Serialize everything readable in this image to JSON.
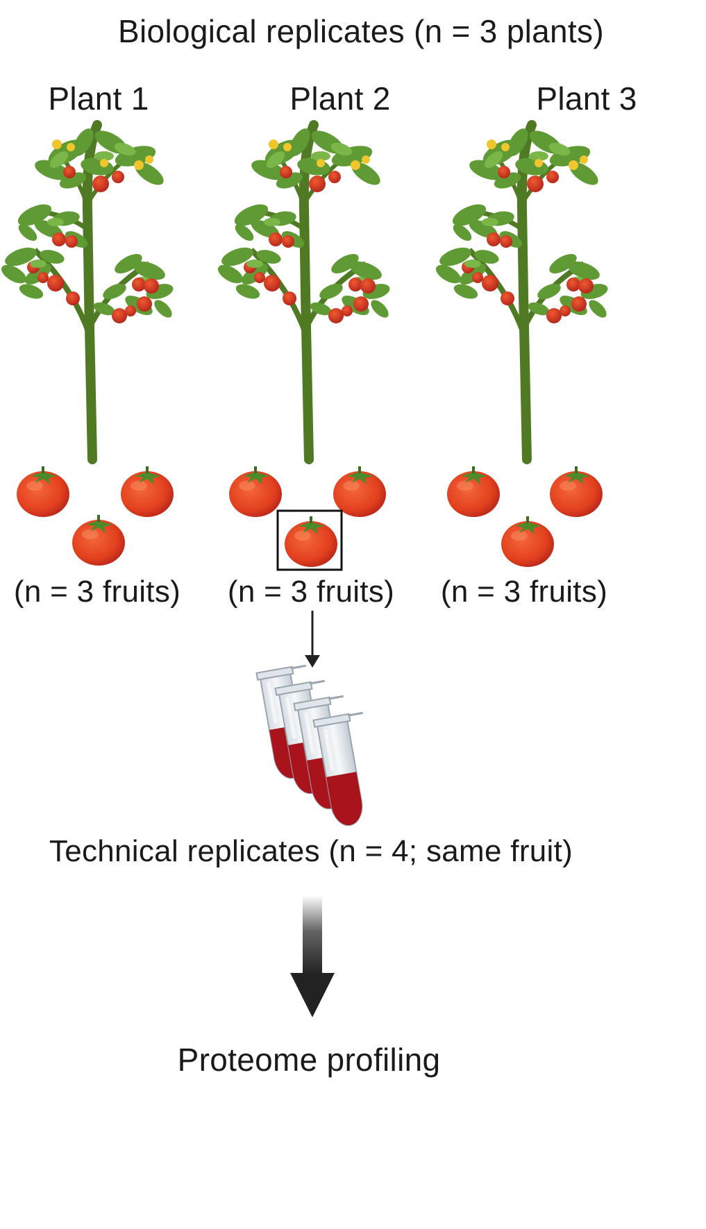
{
  "title": "Biological replicates (n = 3 plants)",
  "plants": [
    {
      "label": "Plant 1",
      "fruits_label": "(n = 3 fruits)"
    },
    {
      "label": "Plant 2",
      "fruits_label": "(n = 3 fruits)",
      "selected_fruit": true
    },
    {
      "label": "Plant 3",
      "fruits_label": "(n = 3 fruits)"
    }
  ],
  "tubes": {
    "count": 4
  },
  "technical_label": "Technical replicates (n = 4; same fruit)",
  "final_label": "Proteome profiling",
  "colors": {
    "stem": "#4f7a23",
    "leaf": "#5f9a35",
    "leaf_light": "#7ab648",
    "tomato": "#e2401e",
    "tomato_dark": "#b8261a",
    "flower": "#f1c62c",
    "tube_liquid": "#a9141c",
    "arrow": "#222222"
  }
}
